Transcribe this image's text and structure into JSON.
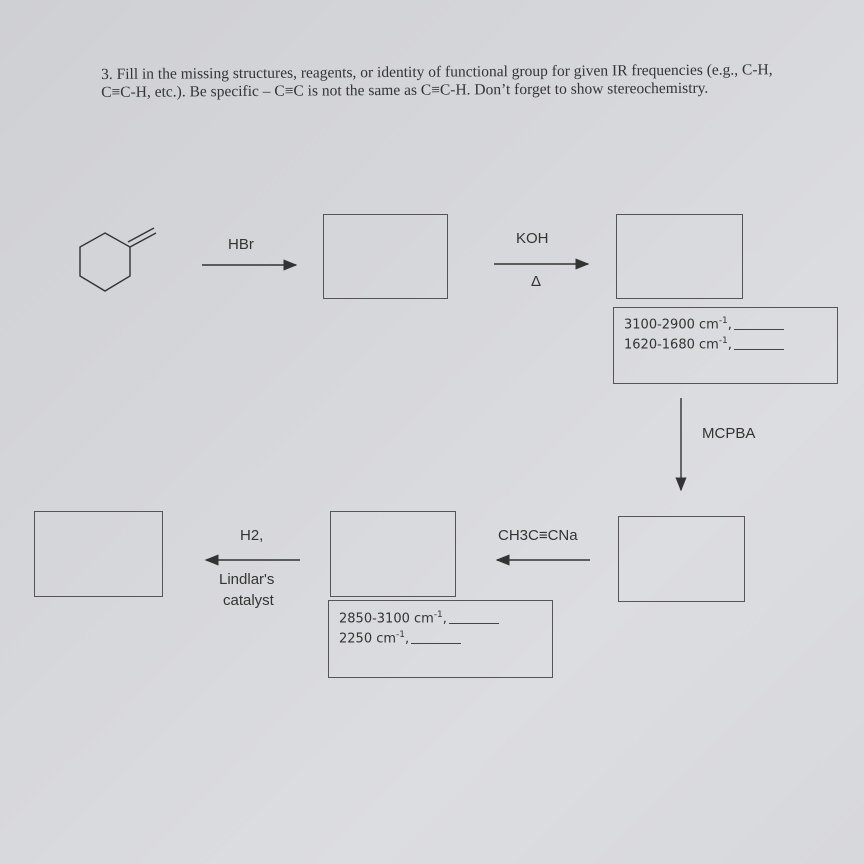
{
  "question": {
    "text": "3. Fill in the missing structures, reagents, or identity of functional group for given IR frequencies (e.g., C-H, C≡C-H, etc.). Be specific – C≡C is not the same as C≡C-H. Don’t forget to show stereochemistry."
  },
  "reagents": {
    "step1": "HBr",
    "step2_top": "KOH",
    "step2_bottom": "Δ",
    "step3": "MCPBA",
    "step4": "CH3C≡CNa",
    "step5_line1": "H2,",
    "step5_line2": "Lindlar's",
    "step5_line3": "catalyst"
  },
  "ir_box_1": {
    "line1": "3100-2900 cm",
    "line1_sup": "-1",
    "line1_suffix": ",",
    "line2": "1620-1680 cm",
    "line2_sup": "-1",
    "line2_suffix": ","
  },
  "ir_box_2": {
    "line1": "2850-3100 cm",
    "line1_sup": "-1",
    "line1_suffix": ",",
    "line2": "2250 cm",
    "line2_sup": "-1",
    "line2_suffix": ","
  },
  "icons": {
    "starting_material": "methylenecyclohexane-structure-icon"
  }
}
